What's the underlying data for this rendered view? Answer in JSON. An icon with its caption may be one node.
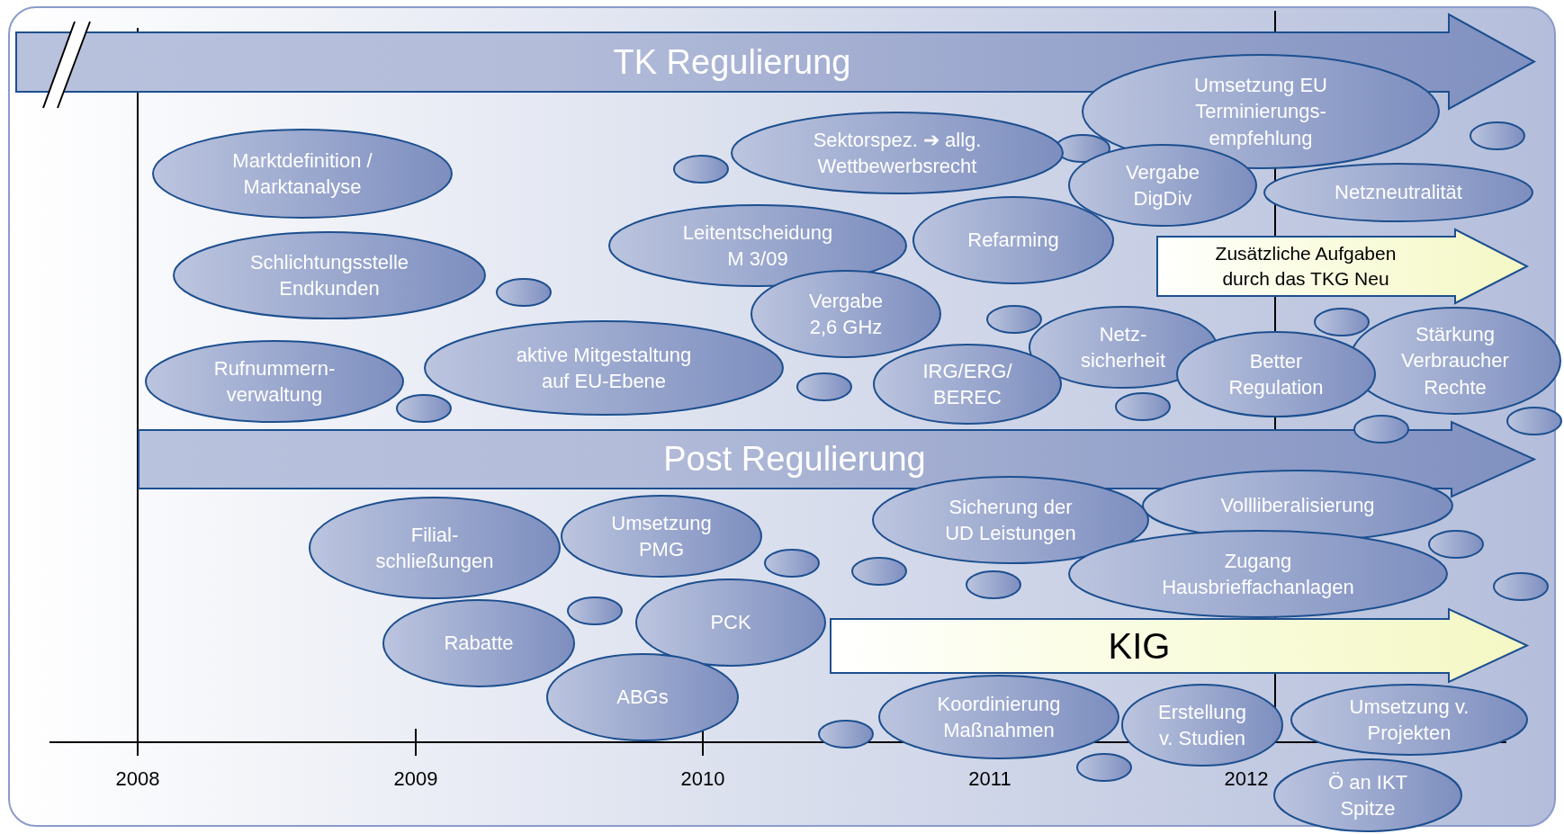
{
  "diagram": {
    "nodes": [
      {
        "text": [
          "TK Regulierung"
        ]
      },
      {
        "text": [
          "Umsetzung EU Terminierungs- empfehlung"
        ]
      },
      {
        "text": [],
        "shape": "ellipse"
      },
      {
        "text": [],
        "shape": "ellipse"
      },
      {
        "text": [
          "Sektorspez. ➔ allg. Wettbewerbsrecht"
        ]
      },
      {
        "text": [],
        "shape": "ellipse"
      },
      {
        "text": [
          "Marktdefinition / Marktanalyse"
        ]
      },
      {
        "text": [
          "Netzneutralität"
        ]
      },
      {
        "text": [
          "Vergabe DigDiv"
        ]
      },
      {
        "text": [
          "Refarming"
        ]
      },
      {
        "text": [
          "Leitentscheidung M 3/09"
        ]
      },
      {
        "text": [
          "Zusätzliche Aufgaben durch das TKG Neu"
        ]
      },
      {
        "text": [
          "Schlichtungsstelle Endkunden"
        ]
      },
      {
        "text": [],
        "shape": "ellipse"
      },
      {
        "text": [
          "Vergabe 2,6 GHz"
        ]
      },
      {
        "text": [],
        "shape": "ellipse"
      },
      {
        "text": [],
        "shape": "ellipse"
      },
      {
        "text": [
          "Netz- sicherheit"
        ]
      },
      {
        "text": [
          "Stärkung Verbraucher Rechte"
        ]
      },
      {
        "text": [
          "aktive Mitgestaltung auf EU-Ebene"
        ]
      },
      {
        "text": [
          "Better Regulation"
        ]
      },
      {
        "text": [
          "Rufnummern- verwaltung"
        ]
      },
      {
        "text": [
          "IRG/ERG/ BEREC"
        ]
      },
      {
        "text": [],
        "shape": "ellipse"
      },
      {
        "text": [],
        "shape": "ellipse"
      },
      {
        "text": [],
        "shape": "ellipse"
      },
      {
        "text": [],
        "shape": "ellipse"
      },
      {
        "text": [],
        "shape": "ellipse"
      },
      {
        "text": [
          "Post Regulierung"
        ]
      },
      {
        "text": [
          "Vollliberalisierung"
        ]
      },
      {
        "text": [
          "Sicherung der UD Leistungen"
        ]
      },
      {
        "text": [
          "Umsetzung PMG"
        ]
      },
      {
        "text": [],
        "shape": "ellipse"
      },
      {
        "text": [
          "Filial- schließungen"
        ]
      },
      {
        "text": [],
        "shape": "ellipse"
      },
      {
        "text": [],
        "shape": "ellipse"
      },
      {
        "text": [
          "Zugang Hausbrieffachanlagen"
        ]
      },
      {
        "text": [],
        "shape": "ellipse"
      },
      {
        "text": [],
        "shape": "ellipse"
      },
      {
        "text": [],
        "shape": "ellipse"
      },
      {
        "text": [
          "PCK"
        ]
      },
      {
        "text": [
          "KIG"
        ]
      },
      {
        "text": [
          "Rabatte"
        ]
      },
      {
        "text": [
          "ABGs"
        ]
      },
      {
        "text": [
          "Umsetzung v. Projekten"
        ]
      },
      {
        "text": [
          "Koordinierung Maßnahmen"
        ]
      },
      {
        "text": [
          "Erstellung v. Studien"
        ]
      },
      {
        "text": [],
        "shape": "ellipse"
      },
      {
        "text": [],
        "shape": "ellipse"
      },
      {
        "text": [
          "Ö an IKT Spitze"
        ]
      }
    ],
    "labels": [
      "2008",
      "2009",
      "2010",
      "2011",
      "2012"
    ]
  }
}
